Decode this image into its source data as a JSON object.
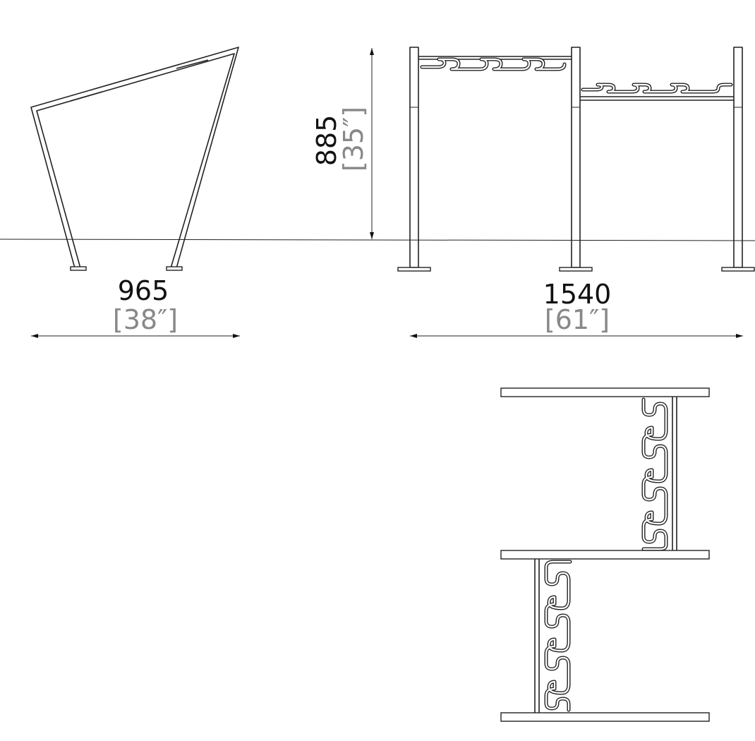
{
  "dimensions": {
    "side_width": {
      "metric": "965",
      "imperial": "[38″]"
    },
    "height": {
      "metric": "885",
      "imperial": "[35″]"
    },
    "front_width": {
      "metric": "1540",
      "imperial": "[61″]"
    }
  },
  "colors": {
    "line": "#222222",
    "metric_text": "#111111",
    "imperial_text": "#888888"
  }
}
